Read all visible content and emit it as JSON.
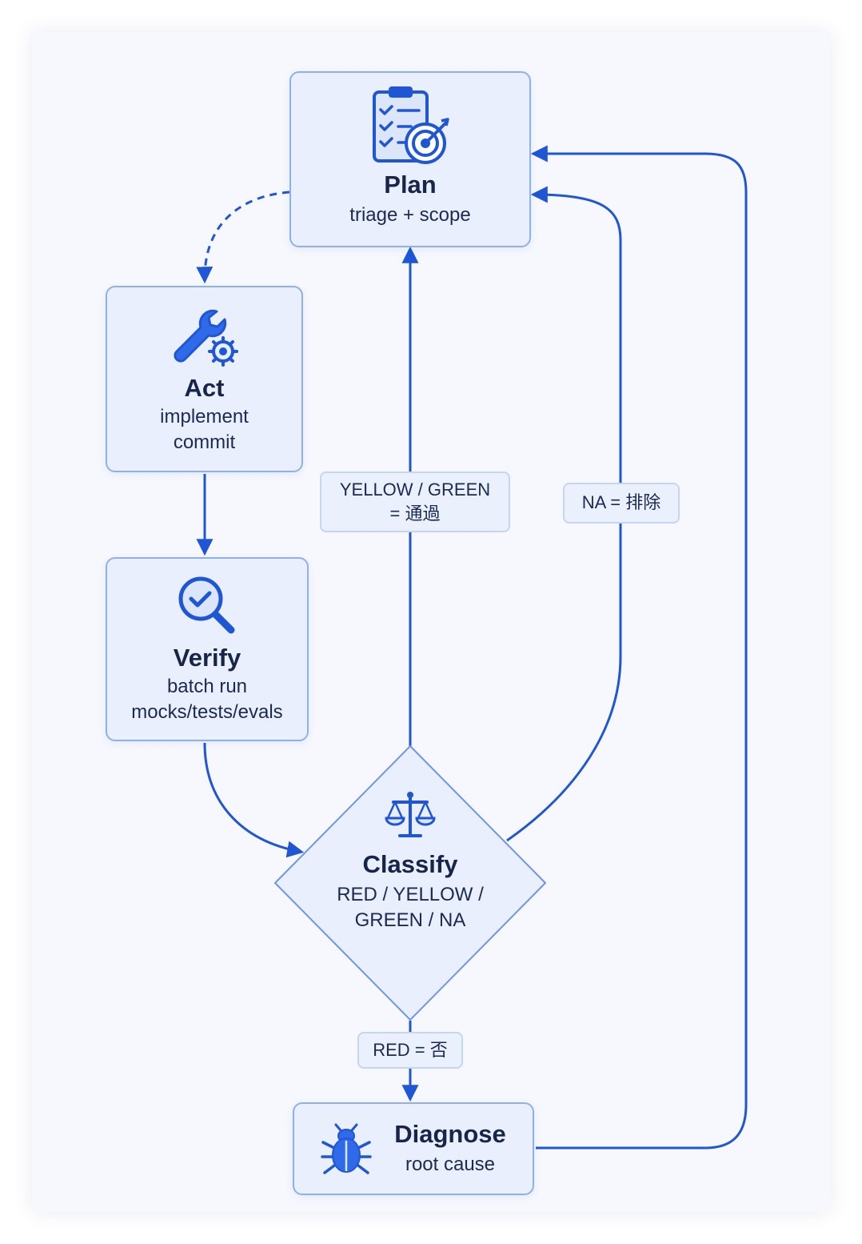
{
  "nodes": {
    "plan": {
      "title": "Plan",
      "sub": "triage + scope",
      "icon": "clipboard-target-icon"
    },
    "act": {
      "title": "Act",
      "sub1": "implement",
      "sub2": "commit",
      "icon": "wrench-gear-icon"
    },
    "verify": {
      "title": "Verify",
      "sub1": "batch run",
      "sub2": "mocks/tests/evals",
      "icon": "magnifier-check-icon"
    },
    "classify": {
      "title": "Classify",
      "sub1": "RED / YELLOW /",
      "sub2": "GREEN / NA",
      "icon": "scales-icon"
    },
    "diagnose": {
      "title": "Diagnose",
      "sub": "root cause",
      "icon": "bug-icon"
    }
  },
  "edge_labels": {
    "pass": {
      "line1": "YELLOW / GREEN",
      "line2": "= 通過"
    },
    "na": {
      "text": "NA = 排除"
    },
    "red": {
      "text": "RED = 否"
    }
  },
  "colors": {
    "accent": "#1f56d6",
    "node_fill": "#e9effc",
    "node_border": "#8fb0ee",
    "text": "#17254a"
  }
}
